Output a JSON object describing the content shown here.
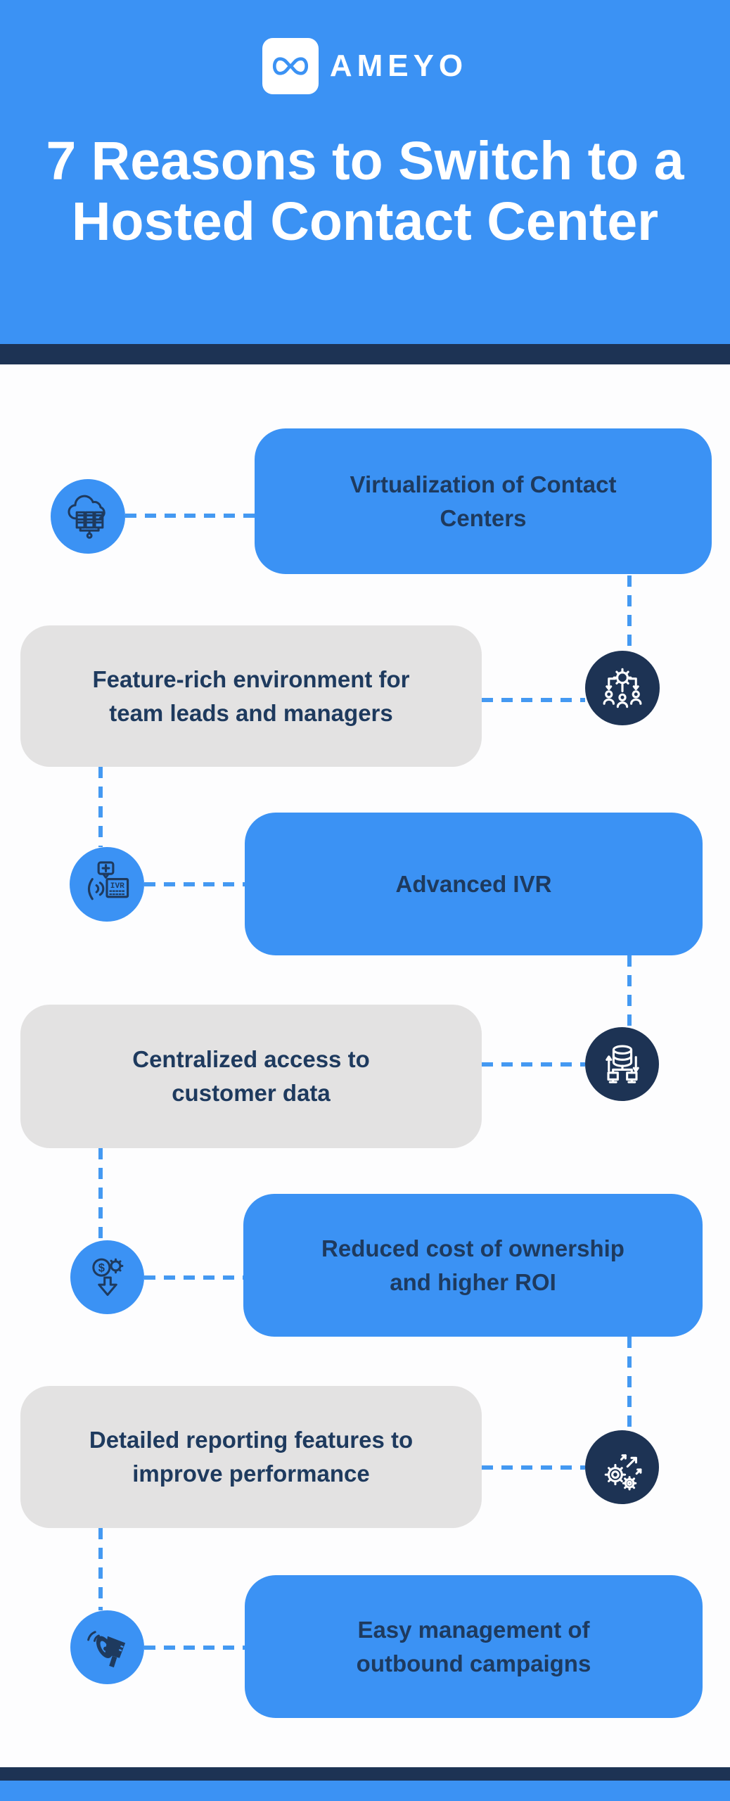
{
  "brand": {
    "name": "AMEYO",
    "logo_icon": "infinity-icon"
  },
  "header": {
    "title_line1": "7 Reasons to Switch to a",
    "title_line2": "Hosted Contact Center"
  },
  "reasons": [
    {
      "label": "Virtualization of Contact Centers",
      "lines": [
        "Virtualization of Contact",
        "Centers"
      ],
      "icon": "cloud-servers-icon",
      "card_style": "blue",
      "icon_style": "blue-circle",
      "icon_side": "left"
    },
    {
      "label": "Feature-rich environment for team leads and managers",
      "lines": [
        "Feature-rich environment for",
        "team leads and managers"
      ],
      "icon": "team-management-icon",
      "card_style": "gray",
      "icon_style": "navy-circle",
      "icon_side": "right"
    },
    {
      "label": "Advanced IVR",
      "lines": [
        "Advanced IVR"
      ],
      "icon": "ivr-phone-icon",
      "icon_text": "IVR",
      "card_style": "blue",
      "icon_style": "blue-circle",
      "icon_side": "left"
    },
    {
      "label": "Centralized access to customer data",
      "lines": [
        "Centralized access to",
        "customer data"
      ],
      "icon": "centralized-database-icon",
      "card_style": "gray",
      "icon_style": "navy-circle",
      "icon_side": "right"
    },
    {
      "label": "Reduced cost of ownership and higher ROI",
      "lines": [
        "Reduced cost of ownership",
        "and higher ROI"
      ],
      "icon": "cost-reduction-icon",
      "icon_text": "$",
      "card_style": "blue",
      "icon_style": "blue-circle",
      "icon_side": "left"
    },
    {
      "label": "Detailed reporting features to improve performance",
      "lines": [
        "Detailed reporting features to",
        "improve performance"
      ],
      "icon": "performance-gears-icon",
      "card_style": "gray",
      "icon_style": "navy-circle",
      "icon_side": "right"
    },
    {
      "label": "Easy management of outbound campaigns",
      "lines": [
        "Easy management of",
        "outbound campaigns"
      ],
      "icon": "megaphone-icon",
      "card_style": "blue",
      "icon_style": "blue-circle",
      "icon_side": "left"
    }
  ],
  "colors": {
    "primary_blue": "#3B92F4",
    "navy": "#1D3354",
    "text_navy": "#1E3A5E",
    "card_gray": "#E3E2E2",
    "dash_blue": "#4499F2",
    "white": "#FFFFFF"
  }
}
